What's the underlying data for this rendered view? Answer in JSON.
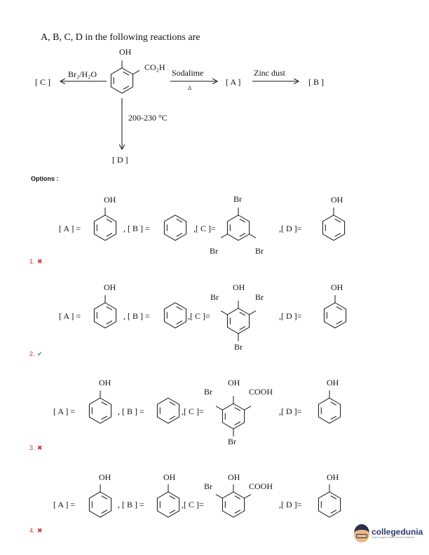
{
  "question": "A, B, C, D  in the following reactions are",
  "reaction": {
    "oh": "OH",
    "co2h": "CO₂H",
    "reagent_left": "Br₂/H₂O",
    "product_left": "[ C ]",
    "reagent_right": "Sodalime",
    "condition_right": "Δ",
    "product_a": "[ A ]",
    "reagent_zinc": "Zinc dust",
    "product_b": "[ B ]",
    "condition_down": "200-230 °C",
    "product_d": "[ D ]"
  },
  "options_label": "Options :",
  "labels": {
    "a": "[ A ]  =",
    "b": ", [ B ] =",
    "c": ",[ C ]=",
    "d": ",[ D ]=",
    "oh": "OH",
    "br": "Br",
    "cooh": "COOH"
  },
  "options": [
    {
      "number": "1.",
      "mark": "✖",
      "correct": false
    },
    {
      "number": "2.",
      "mark": "✔",
      "correct": true
    },
    {
      "number": "3.",
      "mark": "✖",
      "correct": false
    },
    {
      "number": "4.",
      "mark": "✖",
      "correct": false
    }
  ],
  "colors": {
    "wrong": "#d9534f",
    "right": "#3a9d3a"
  },
  "logo": {
    "name": "collegedunia",
    "tagline": "India's largest Student Review Platform"
  }
}
